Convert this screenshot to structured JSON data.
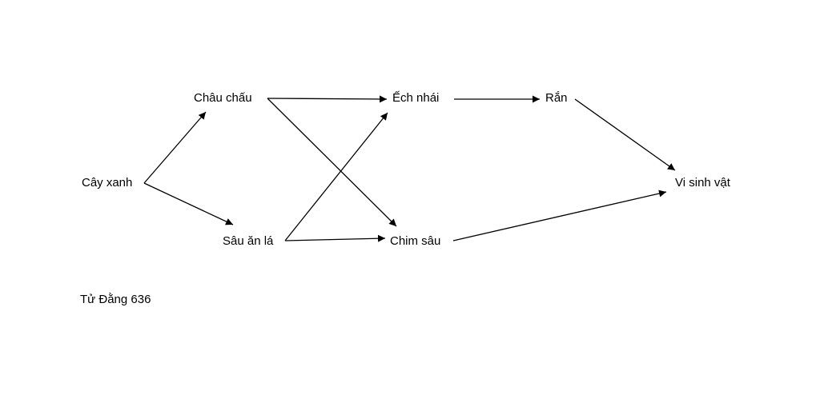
{
  "nodes": {
    "cay_xanh": "Cây xanh",
    "chau_chau": "Châu chấu",
    "sau_an_la": "Sâu ăn lá",
    "ech_nhai": "Ếch nhái",
    "chim_sau": "Chim sâu",
    "ran": "Rắn",
    "vi_sinh_vat": "Vi sinh vật"
  },
  "edges": [
    {
      "from": "cay_xanh",
      "to": "chau_chau"
    },
    {
      "from": "cay_xanh",
      "to": "sau_an_la"
    },
    {
      "from": "chau_chau",
      "to": "ech_nhai"
    },
    {
      "from": "chau_chau",
      "to": "chim_sau"
    },
    {
      "from": "sau_an_la",
      "to": "ech_nhai"
    },
    {
      "from": "sau_an_la",
      "to": "chim_sau"
    },
    {
      "from": "ech_nhai",
      "to": "ran"
    },
    {
      "from": "ran",
      "to": "vi_sinh_vat"
    },
    {
      "from": "chim_sau",
      "to": "vi_sinh_vat"
    }
  ],
  "caption": "Tử Đằng 636",
  "colors": {
    "line": "#000000",
    "text": "#000000",
    "background": "#ffffff"
  }
}
